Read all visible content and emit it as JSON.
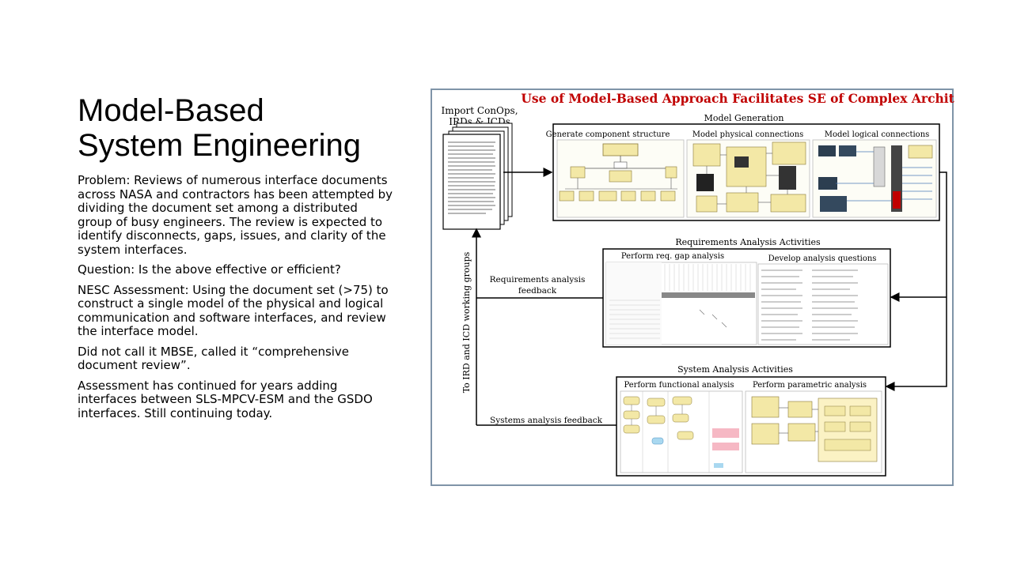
{
  "slide": {
    "title_line1": "Model-Based",
    "title_line2": "System Engineering",
    "paragraphs": [
      "Problem:  Reviews of numerous interface documents across NASA and contractors has been attempted by dividing the document set among a distributed group of busy engineers.  The review is expected to identify disconnects, gaps, issues, and clarity of the system interfaces.",
      "Question:  Is the above effective or efficient?",
      "NESC Assessment:  Using the document set (>75) to construct a single model of the physical and logical communication and software interfaces, and review the interface model.",
      "Did not call it MBSE, called it “comprehensive document review”.",
      "Assessment has continued for years adding interfaces between SLS-MPCV-ESM  and the GSDO interfaces.  Still continuing today."
    ]
  },
  "figure": {
    "title": "Use of Model-Based Approach Facilitates SE of Complex Architecture",
    "title_color": "#c00000",
    "import_line1": "Import ConOps,",
    "import_line2": "IRDs  &  ICDs",
    "model_generation": "Model  Generation",
    "panel_component": "Generate component structure",
    "panel_physical": "Model  physical  connections",
    "panel_logical": "Model  logical  connections",
    "req_activities": "Requirements  Analysis  Activities",
    "panel_gap": "Perform req. gap analysis",
    "panel_questions": "Develop  analysis  questions",
    "req_feedback_line1": "Requirements  analysis",
    "req_feedback_line2": "feedback",
    "vertical_label": "To  IRD  and  ICD  working  groups",
    "sys_activities": "System  Analysis  Activities",
    "panel_functional": "Perform  functional  analysis",
    "panel_parametric": "Perform  parametric  analysis",
    "sys_feedback": "Systems  analysis  feedback",
    "frame_color": "#7f94a8",
    "node_color": "#f3e8a6"
  }
}
